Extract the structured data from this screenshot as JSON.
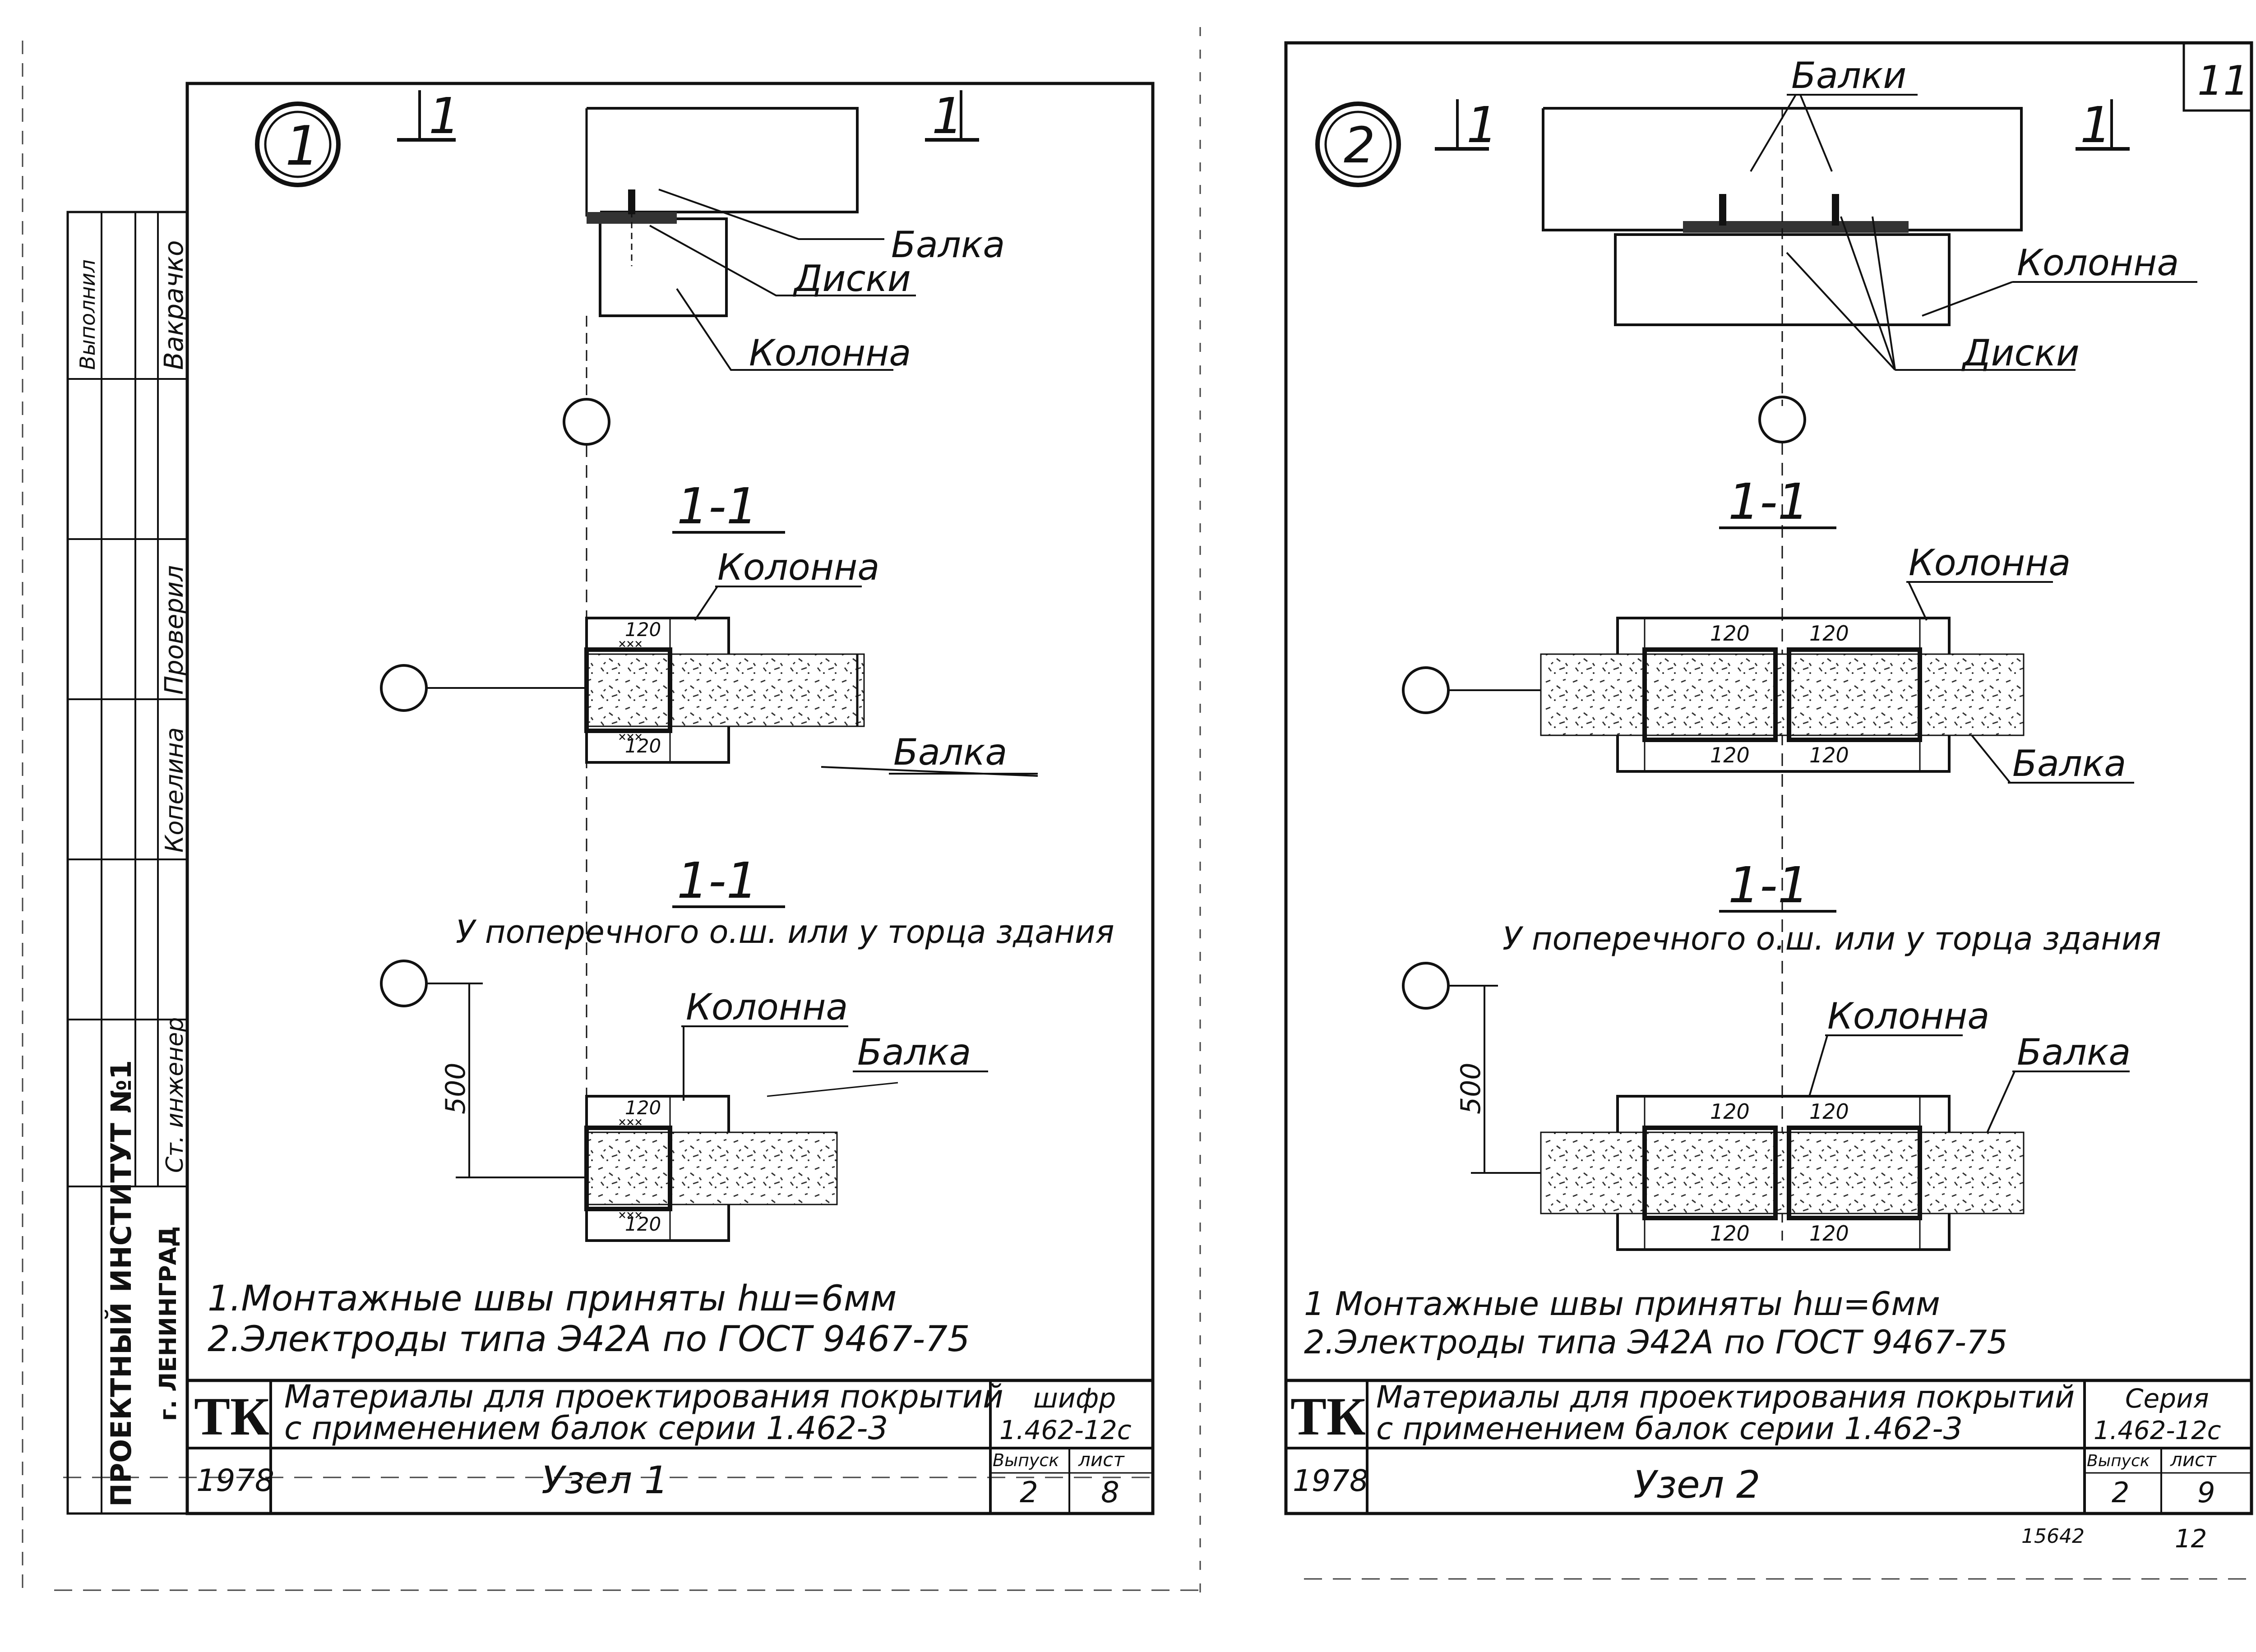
{
  "left_sheet": {
    "node_number": "1",
    "section_mark": "1",
    "elevation_labels": {
      "beam": "Балка",
      "discs": "Диски",
      "column": "Колонна"
    },
    "section1": {
      "title": "1-1",
      "column_label": "Колонна",
      "beam_label": "Балка",
      "dim_top": "120",
      "dim_bottom": "120"
    },
    "section2": {
      "title": "1-1",
      "subtitle": "У поперечного о.ш. или у торца здания",
      "column_label": "Колонна",
      "beam_label": "Балка",
      "dim_500": "500",
      "dim_top": "120",
      "dim_bottom": "120"
    },
    "notes": [
      "1.Монтажные швы приняты hш=6мм",
      "2.Электроды типа Э42А по ГОСТ 9467-75"
    ],
    "title_block": {
      "logo": "ТК",
      "description_line1": "Материалы для проектирования покрытий",
      "description_line2": "с применением балок серии 1.462-3",
      "code_label": "шифр",
      "code_value": "1.462-12с",
      "year": "1978",
      "node_title": "Узел 1",
      "issue_label": "Выпуск",
      "issue_value": "2",
      "sheet_label": "лист",
      "sheet_value": "8"
    },
    "side_stamp": {
      "institute": "ПРОЕКТНЫЙ ИНСТИТУТ №1",
      "city": "г. ЛЕНИНГРАД",
      "roles": [
        "Выполнил",
        "Проверил",
        "Ст. инженер"
      ],
      "names": [
        "Вакрачко",
        "Копелина"
      ]
    }
  },
  "right_sheet": {
    "corner_page": "11",
    "node_number": "2",
    "section_mark": "1",
    "elevation_labels": {
      "beams": "Балки",
      "column": "Колонна",
      "discs": "Диски"
    },
    "section1": {
      "title": "1-1",
      "column_label": "Колонна",
      "beam_label": "Балка",
      "dims_top": [
        "120",
        "120"
      ],
      "dims_bottom": [
        "120",
        "120"
      ]
    },
    "section2": {
      "title": "1-1",
      "subtitle": "У поперечного о.ш. или у торца здания",
      "column_label": "Колонна",
      "beam_label": "Балка",
      "dim_500": "500",
      "dims_top": [
        "120",
        "120"
      ],
      "dims_bottom": [
        "120",
        "120"
      ]
    },
    "notes": [
      "1 Монтажные швы приняты hш=6мм",
      "2.Электроды типа Э42А по ГОСТ 9467-75"
    ],
    "title_block": {
      "logo": "ТК",
      "description_line1": "Материалы для проектирования покрытий",
      "description_line2": "с применением балок серии 1.462-3",
      "code_label": "Серия",
      "code_value": "1.462-12с",
      "year": "1978",
      "node_title": "Узел 2",
      "issue_label": "Выпуск",
      "issue_value": "2",
      "sheet_label": "лист",
      "sheet_value": "9"
    },
    "footer_number": "15642",
    "footer_page": "12"
  }
}
